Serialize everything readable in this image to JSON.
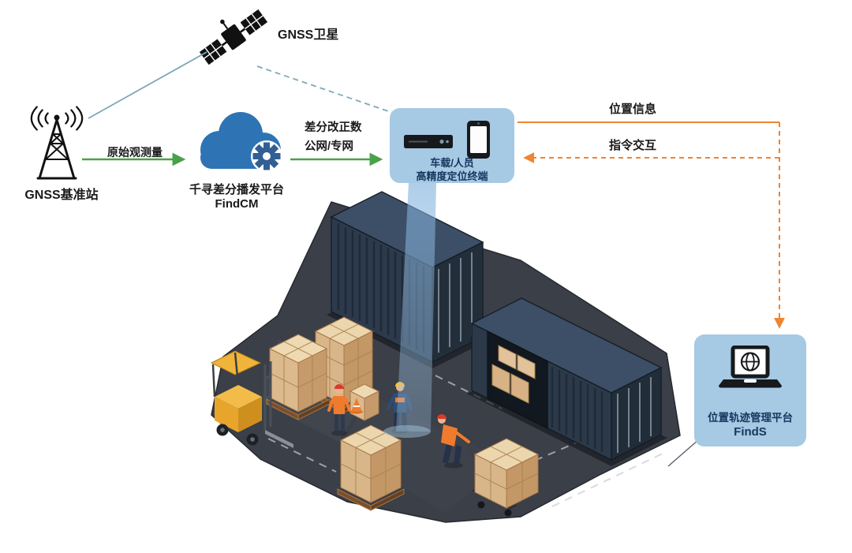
{
  "nodes": {
    "satellite": {
      "label": "GNSS卫星"
    },
    "base_station": {
      "label": "GNSS基准站"
    },
    "cloud_platform": {
      "name": "千寻差分播发平台",
      "product": "FindCM"
    },
    "terminal": {
      "line1": "车载/人员",
      "line2": "高精度定位终端"
    },
    "management_platform": {
      "name": "位置轨迹管理平台",
      "product": "FindS"
    }
  },
  "edges": {
    "station_to_cloud": {
      "label": "原始观测量"
    },
    "cloud_to_terminal": {
      "line1": "差分改正数",
      "line2": "公网/专网"
    },
    "terminal_to_platform": {
      "label": "位置信息"
    },
    "platform_to_terminal": {
      "label": "指令交互"
    }
  },
  "icons": {
    "satellite": "satellite-icon",
    "base_station": "radio-tower-icon",
    "cloud": "cloud-gear-icon",
    "terminal": "receiver-and-phone-icon",
    "management": "laptop-globe-icon"
  },
  "colors": {
    "node_fill": "#a6c9e4",
    "node_text": "#17365d",
    "arrow_green": "#4aa14a",
    "arrow_orange": "#ef8432",
    "line_teal": "#7fa8b8",
    "cloud_blue": "#2e74b5",
    "container_navy": "#2c3a4c",
    "box_tan": "#d9b689",
    "forklift_yellow": "#f0b43a"
  }
}
